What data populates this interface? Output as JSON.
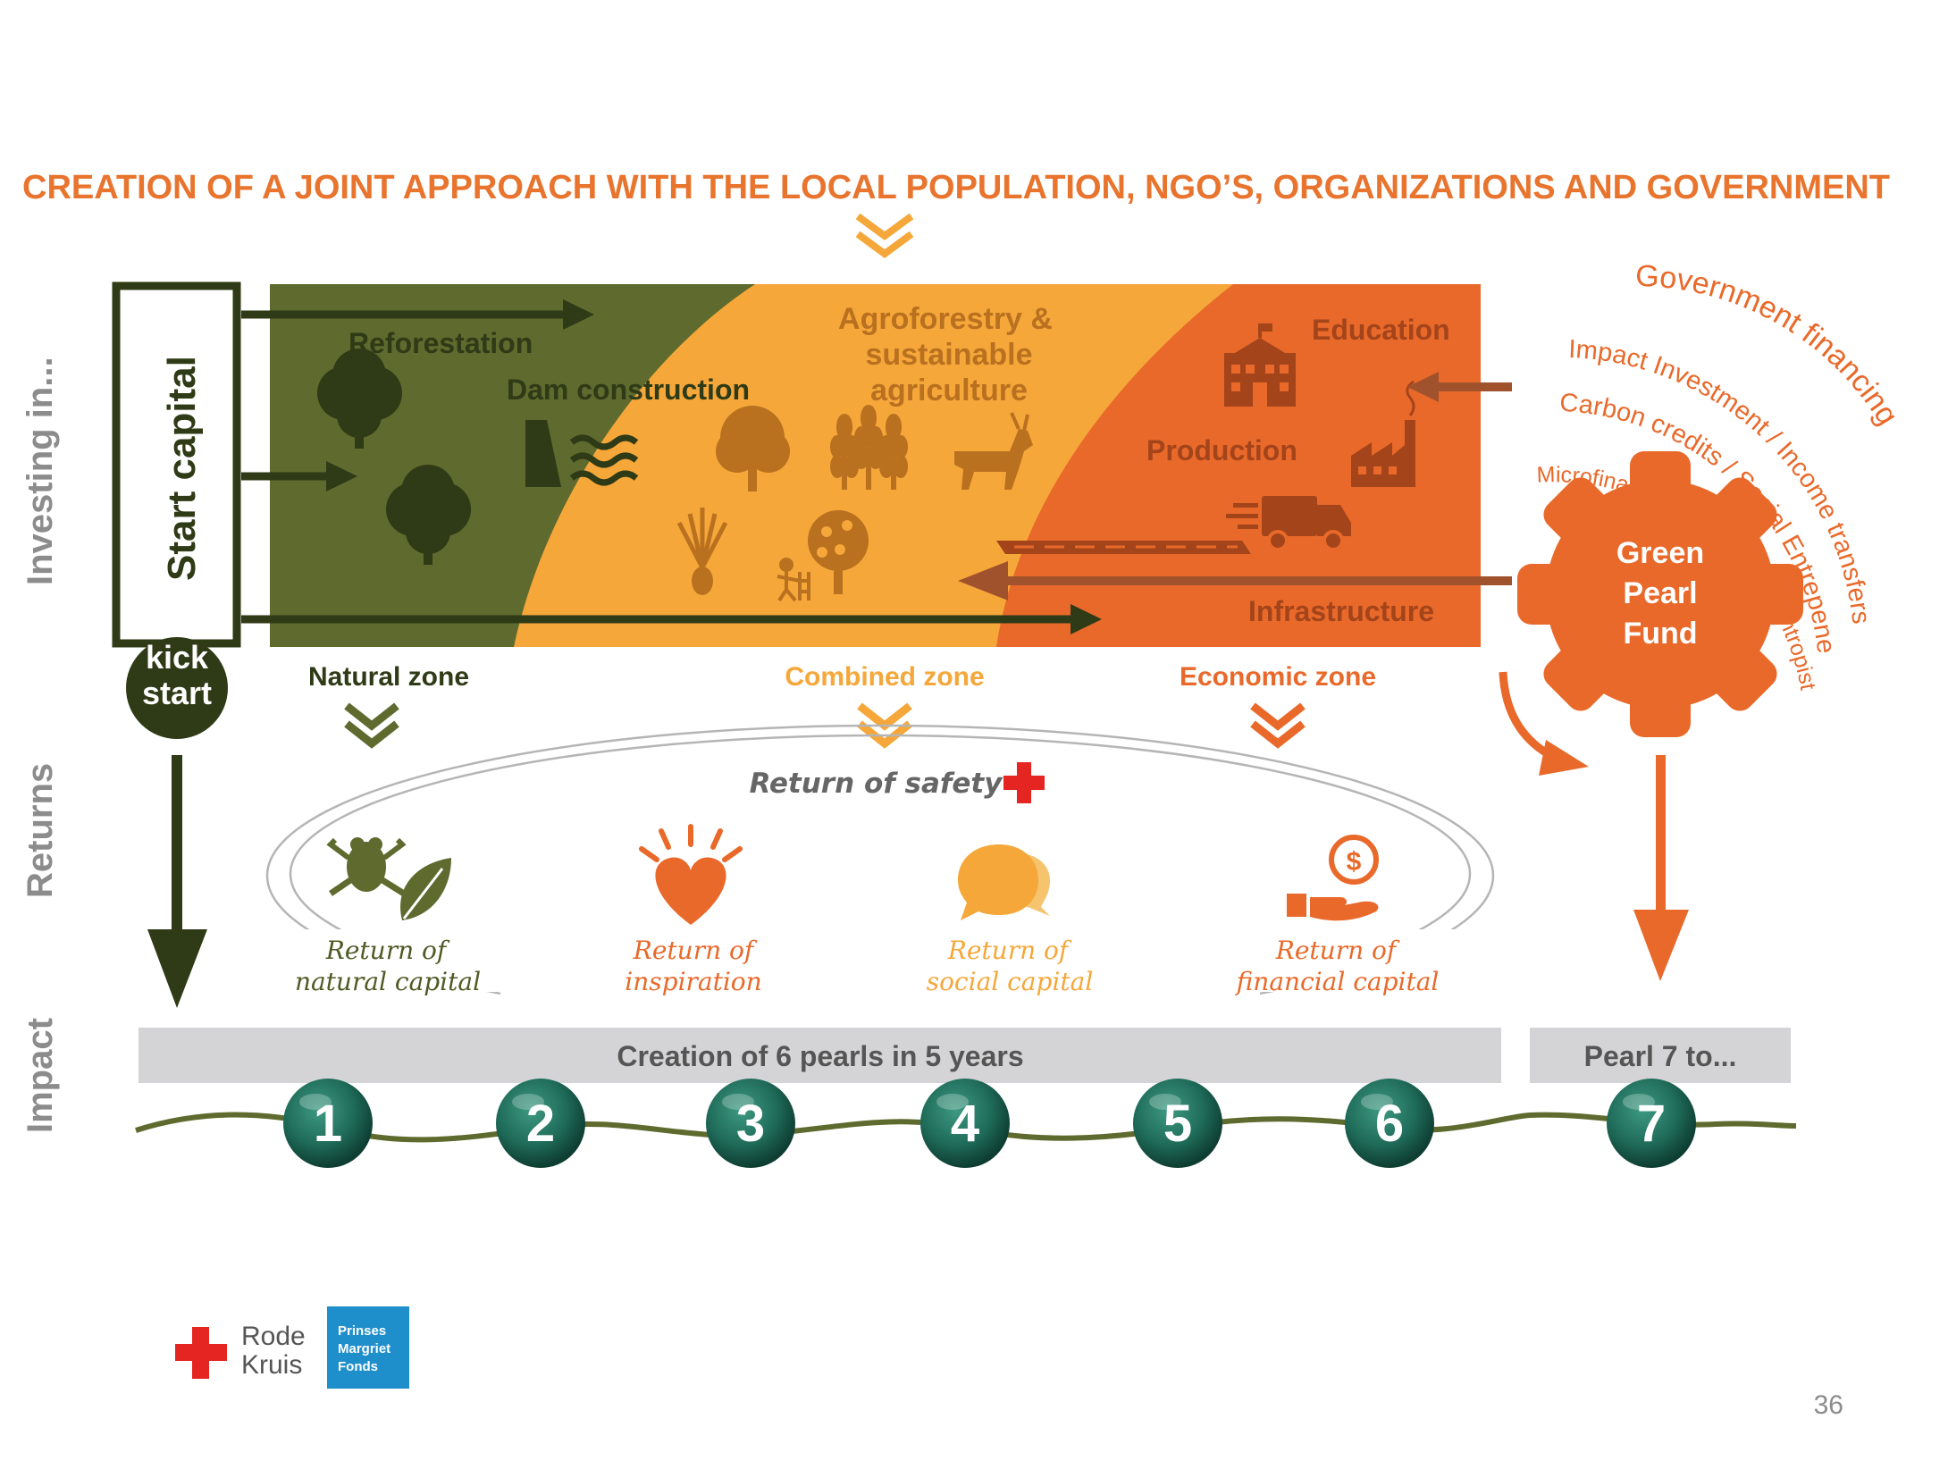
{
  "header": {
    "title": "CREATION OF A JOINT APPROACH WITH THE LOCAL POPULATION, NGO’S, ORGANIZATIONS AND GOVERNMENT"
  },
  "side_labels": {
    "investing": "Investing in...",
    "returns": "Returns",
    "impact": "Impact"
  },
  "start": {
    "capital": "Start capital",
    "kick": "kick",
    "start": "start"
  },
  "zones": {
    "natural": {
      "label": "Natural zone",
      "items": [
        "Reforestation",
        "Dam construction"
      ]
    },
    "combined": {
      "label": "Combined zone",
      "items": [
        "Agroforestry &",
        "sustainable",
        "agriculture"
      ]
    },
    "economic": {
      "label": "Economic zone",
      "items": [
        "Education",
        "Production",
        "Infrastructure"
      ]
    }
  },
  "fund": {
    "line1": "Green",
    "line2": "Pearl",
    "line3": "Fund",
    "sources": [
      "Government financing",
      "Impact Investment / Income transfers",
      "Carbon credits / Social Entrepeneurs",
      "Microfinancing / Venture Philantropists"
    ]
  },
  "returns": {
    "safety": "Return of safety",
    "items": [
      {
        "line1": "Return of",
        "line2": "natural capital"
      },
      {
        "line1": "Return of",
        "line2": "inspiration"
      },
      {
        "line1": "Return of",
        "line2": "social capital"
      },
      {
        "line1": "Return of",
        "line2": "financial capital"
      }
    ]
  },
  "impact": {
    "bar_main": "Creation of 6 pearls in 5 years",
    "bar_next": "Pearl 7 to...",
    "pearls": [
      "1",
      "2",
      "3",
      "4",
      "5",
      "6",
      "7"
    ]
  },
  "footer": {
    "rk_line1": "Rode",
    "rk_line2": "Kruis",
    "pm_line1": "Prinses",
    "pm_line2": "Margriet",
    "pm_line3": "Fonds",
    "page_number": "36"
  },
  "colors": {
    "orange_title": "#E8742E",
    "dark_green": "#2F3A16",
    "olive": "#5E6A2E",
    "light_orange": "#F5A73A",
    "deep_orange": "#E9692A",
    "brown": "#A0522D",
    "gray_bar": "#D4D4D6",
    "teal": "#1F6B59",
    "blue": "#1F8FCC",
    "red": "#E52521"
  }
}
